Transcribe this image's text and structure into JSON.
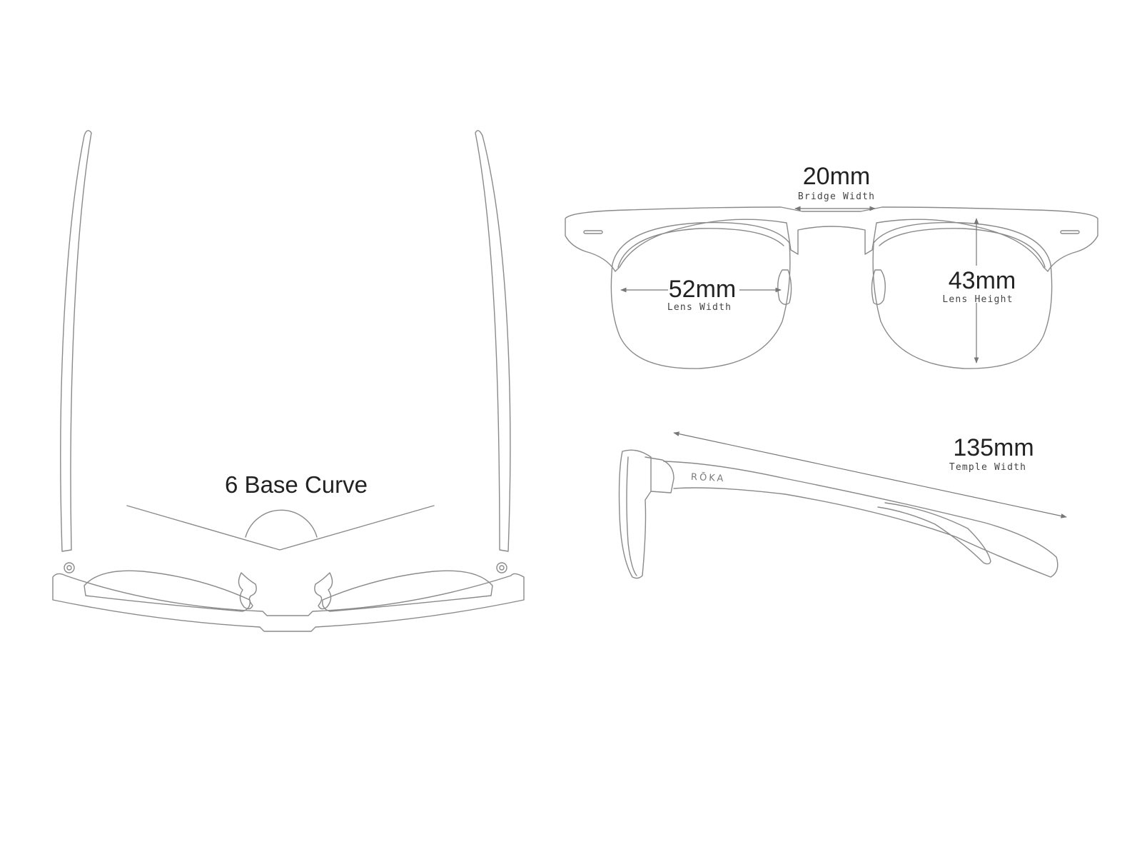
{
  "top_view": {
    "base_curve_label": "6 Base Curve"
  },
  "front_view": {
    "bridge": {
      "value": "20mm",
      "label": "Bridge Width"
    },
    "lens_width": {
      "value": "52mm",
      "label": "Lens Width"
    },
    "lens_height": {
      "value": "43mm",
      "label": "Lens Height"
    }
  },
  "side_view": {
    "temple": {
      "value": "135mm",
      "label": "Temple Width"
    },
    "brand_mark": "RŌKA"
  },
  "colors": {
    "outline": "#8a8a8a",
    "text": "#222222",
    "caption": "#444444",
    "background": "#ffffff"
  }
}
